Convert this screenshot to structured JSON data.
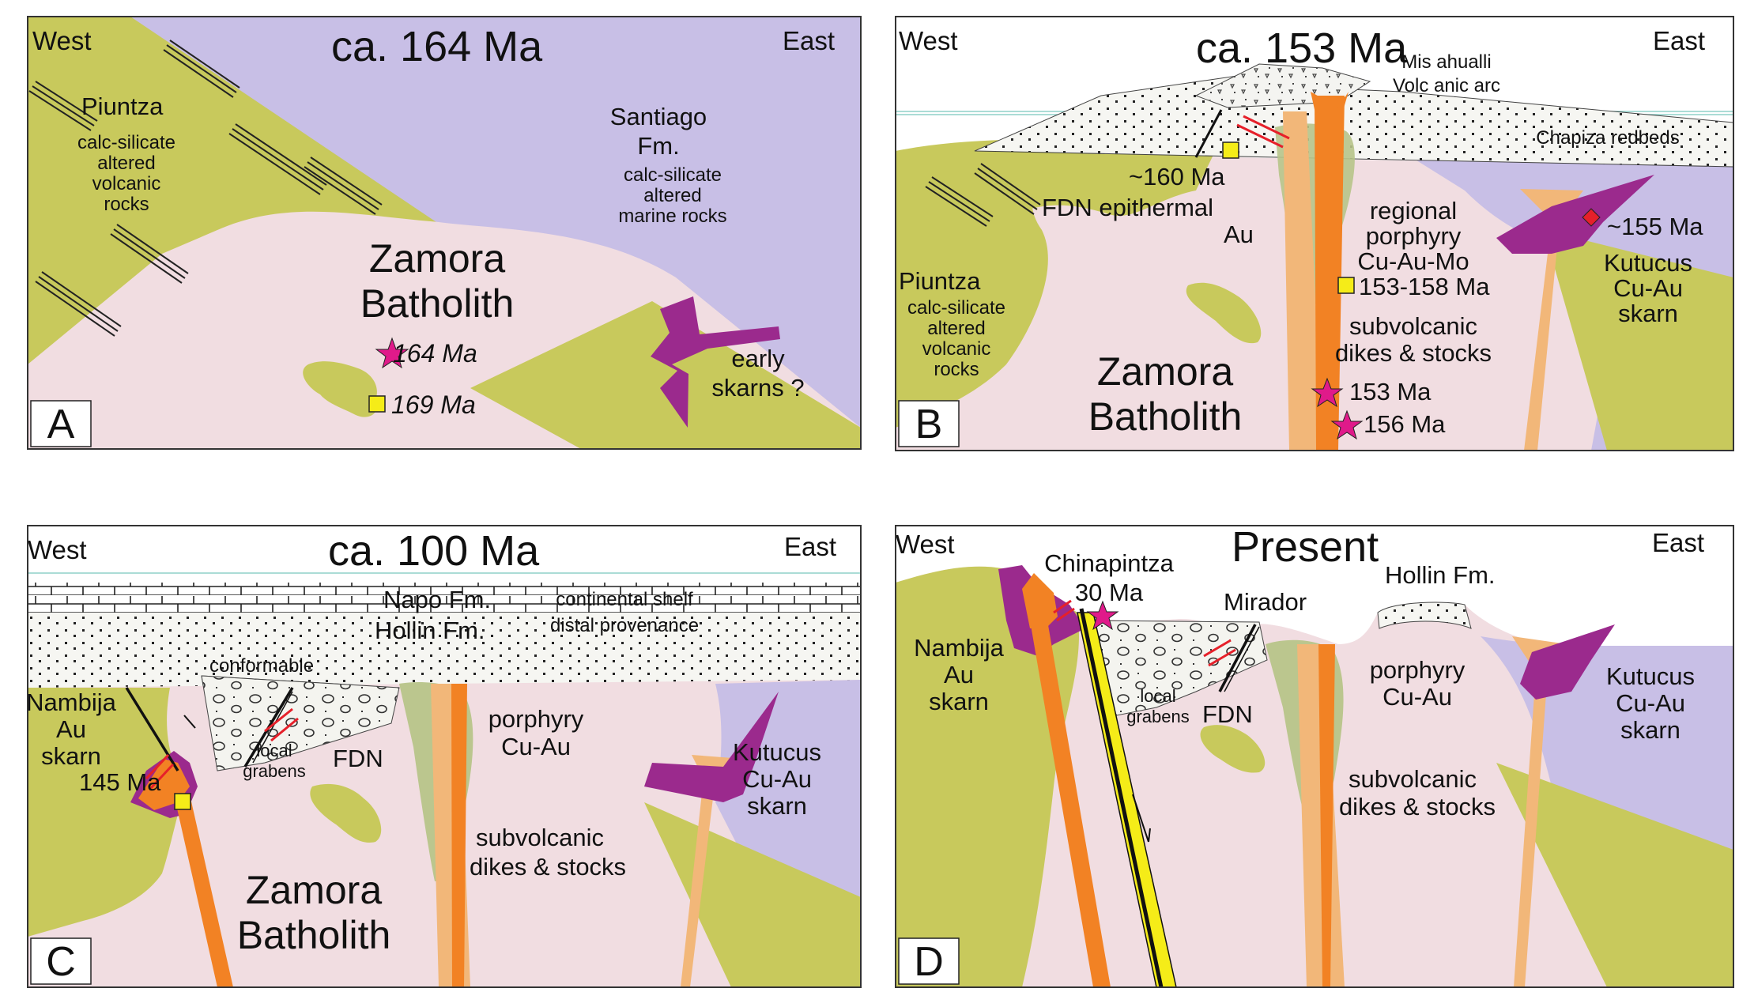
{
  "colors": {
    "batholith": "#f1dde1",
    "wallrock": "#c8c95c",
    "marine": "#c8bfe6",
    "porphyry": "#b7c489",
    "dike": "#f28224",
    "dike_pale": "#f2b779",
    "skarn": "#9b2a8d",
    "sediment": "#f3f3f0",
    "star": "#e01a8a",
    "marker": "#f5ec18",
    "fault_red": "#e6202a"
  },
  "panel_a": {
    "letter": "A",
    "title": "ca. 164 Ma",
    "west": "West",
    "east": "East",
    "piuntza": "Piuntza",
    "piuntza_desc": [
      "calc-silicate",
      "altered",
      "volcanic",
      "rocks"
    ],
    "santiago": [
      "Santiago",
      "Fm."
    ],
    "santiago_desc": [
      "calc-silicate",
      "altered",
      "marine rocks"
    ],
    "batholith": [
      "Zamora",
      "Batholith"
    ],
    "age_star": "164  Ma",
    "age_square": "169  Ma",
    "skarns": [
      "early",
      "skarns ?"
    ]
  },
  "panel_b": {
    "letter": "B",
    "title": "ca. 153 Ma",
    "west": "West",
    "east": "East",
    "arc": [
      "Mis ahualli",
      "Volc anic  arc"
    ],
    "chapiza": "Chapiza redbeds",
    "age_160": "~160  Ma",
    "fdn": "FDN epithermal",
    "au": "Au",
    "regional": [
      "regional",
      "porphyry",
      "Cu-Au-Mo"
    ],
    "age_range": "153-158  Ma",
    "subvolcanic": [
      "subvolcanic",
      "dikes & stocks"
    ],
    "age_153": "153 Ma",
    "age_156": "156 Ma",
    "age_155": "~155 Ma",
    "kutucus": [
      "Kutucus",
      "Cu-Au",
      "skarn"
    ],
    "piuntza": "Piuntza",
    "piuntza_desc": [
      "calc-silicate",
      "altered",
      "volcanic",
      "rocks"
    ],
    "batholith": [
      "Zamora",
      "Batholith"
    ]
  },
  "panel_c": {
    "letter": "C",
    "title": "ca. 100 Ma",
    "west": "West",
    "east": "East",
    "napo": "Napo Fm.",
    "hollin": "Hollin Fm.",
    "shelf": [
      "continental shelf",
      "distal provenance"
    ],
    "conformable": "conformable",
    "nambija": [
      "Nambija",
      "Au",
      "skarn"
    ],
    "age_145": "145 Ma",
    "grabens": [
      "local",
      "grabens"
    ],
    "fdn": "FDN",
    "porphyry": [
      "porphyry",
      "Cu-Au"
    ],
    "subvolcanic": [
      "subvolcanic",
      "dikes & stocks"
    ],
    "kutucus": [
      "Kutucus",
      "Cu-Au",
      "skarn"
    ],
    "batholith": [
      "Zamora",
      "Batholith"
    ]
  },
  "panel_d": {
    "letter": "D",
    "title": "Present",
    "west": "West",
    "east": "East",
    "chinapintza": "Chinapintza",
    "age_30": "30  Ma",
    "mirador": "Mirador",
    "hollin": "Hollin Fm.",
    "nambija": [
      "Nambija",
      "Au",
      "skarn"
    ],
    "grabens": [
      "local",
      "grabens"
    ],
    "fdn": "FDN",
    "porphyry": [
      "porphyry",
      "Cu-Au"
    ],
    "subvolcanic": [
      "subvolcanic",
      "dikes & stocks"
    ],
    "kutucus": [
      "Kutucus",
      "Cu-Au",
      "skarn"
    ]
  }
}
